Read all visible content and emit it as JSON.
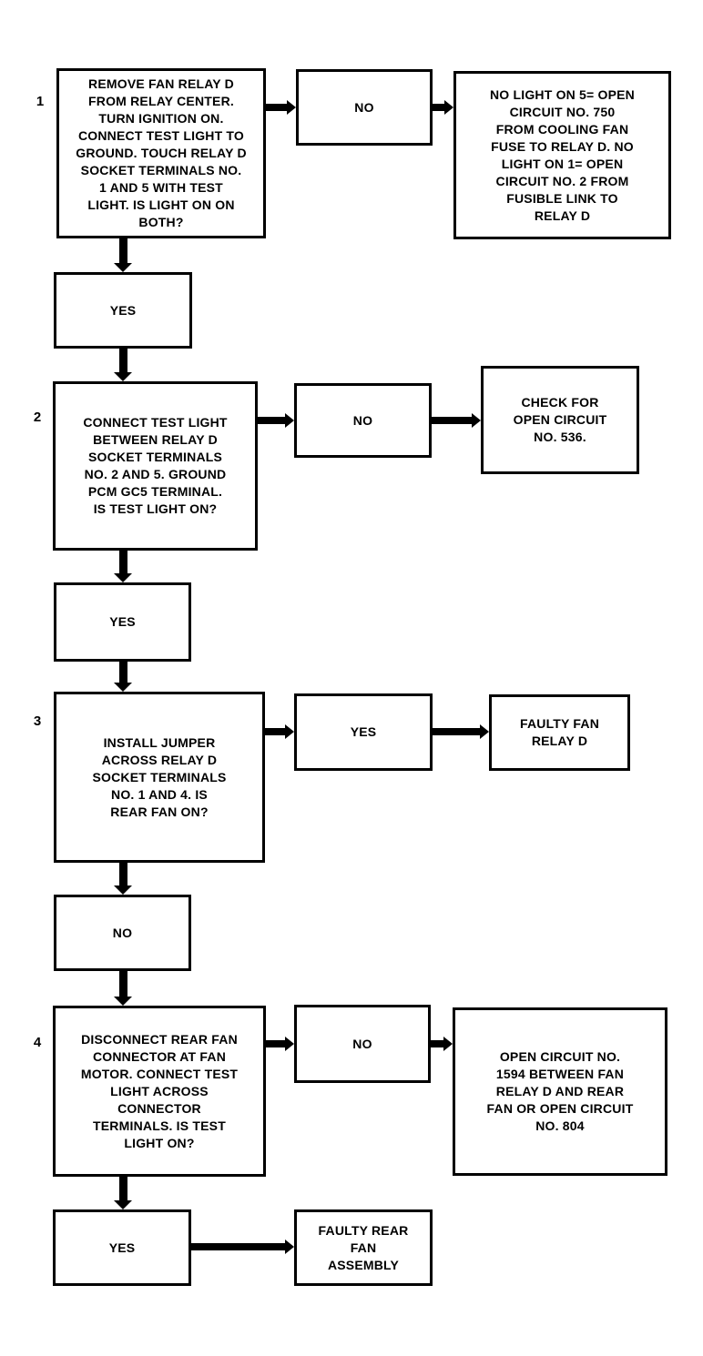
{
  "diagram": {
    "type": "diagnostic-flowchart",
    "subject": "Rear cooling fan relay D test procedure",
    "ink_color": "#000000",
    "paper_color": "#ffffff"
  },
  "nodes": {
    "step1_number": "1",
    "step1": "REMOVE FAN RELAY D\nFROM RELAY CENTER.\nTURN IGNITION ON.\nCONNECT TEST LIGHT TO\nGROUND. TOUCH RELAY D\nSOCKET TERMINALS NO.\n1 AND 5 WITH TEST\nLIGHT. IS LIGHT ON ON\nBOTH?",
    "branch1": "NO",
    "outcome1": "NO LIGHT ON 5= OPEN\nCIRCUIT NO. 750\nFROM COOLING FAN\nFUSE TO RELAY D. NO\nLIGHT ON 1= OPEN\nCIRCUIT NO. 2 FROM\nFUSIBLE LINK TO\nRELAY D",
    "yes1": "YES",
    "step2_number": "2",
    "step2": "CONNECT TEST LIGHT\nBETWEEN RELAY D\nSOCKET TERMINALS\nNO. 2 AND 5. GROUND\nPCM GC5 TERMINAL.\nIS TEST LIGHT ON?",
    "branch2": "NO",
    "outcome2": "CHECK FOR\nOPEN CIRCUIT\nNO. 536.",
    "yes2": "YES",
    "step3_number": "3",
    "step3": "INSTALL JUMPER\nACROSS RELAY D\nSOCKET TERMINALS\nNO. 1 AND 4. IS\nREAR FAN ON?",
    "branch3": "YES",
    "outcome3": "FAULTY FAN\nRELAY D",
    "no3": "NO",
    "step4_number": "4",
    "step4": "DISCONNECT REAR FAN\nCONNECTOR AT FAN\nMOTOR. CONNECT TEST\nLIGHT ACROSS\nCONNECTOR\nTERMINALS. IS TEST\nLIGHT ON?",
    "branch4": "NO",
    "outcome4": "OPEN CIRCUIT NO.\n1594 BETWEEN FAN\nRELAY D AND REAR\nFAN OR OPEN CIRCUIT\nNO. 804",
    "yes5": "YES",
    "outcome5": "FAULTY REAR\nFAN\nASSEMBLY"
  }
}
